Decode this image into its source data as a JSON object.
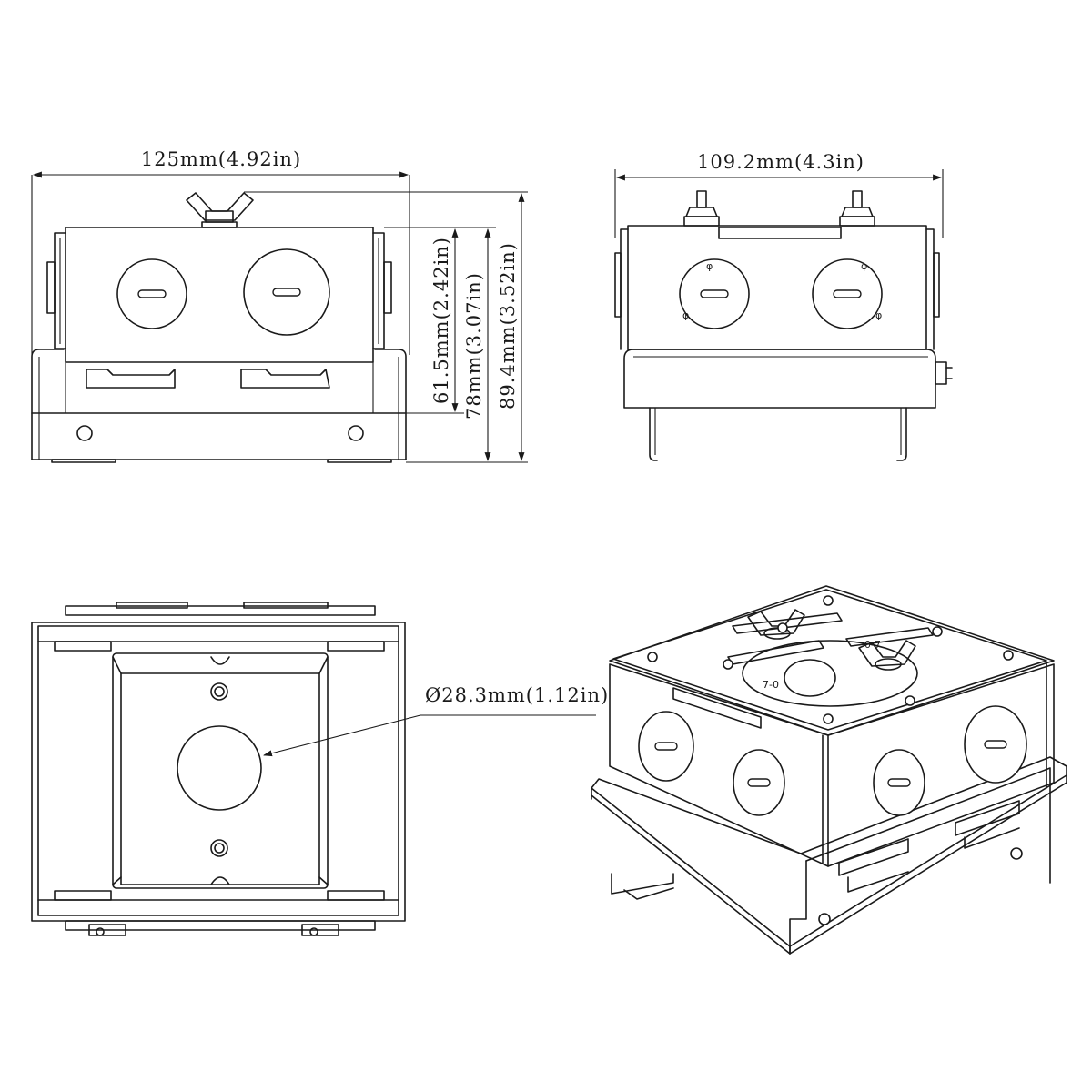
{
  "dimensions": {
    "front_width": "125mm(4.92in)",
    "side_width": "109.2mm(4.3in)",
    "height_body": "61.5mm(2.42in)",
    "height_mid": "78mm(3.07in)",
    "height_total": "89.4mm(3.52in)",
    "hole_diameter": "Ø28.3mm(1.12in)"
  },
  "scale_marks": {
    "front": "7-0",
    "back": "0-7"
  }
}
